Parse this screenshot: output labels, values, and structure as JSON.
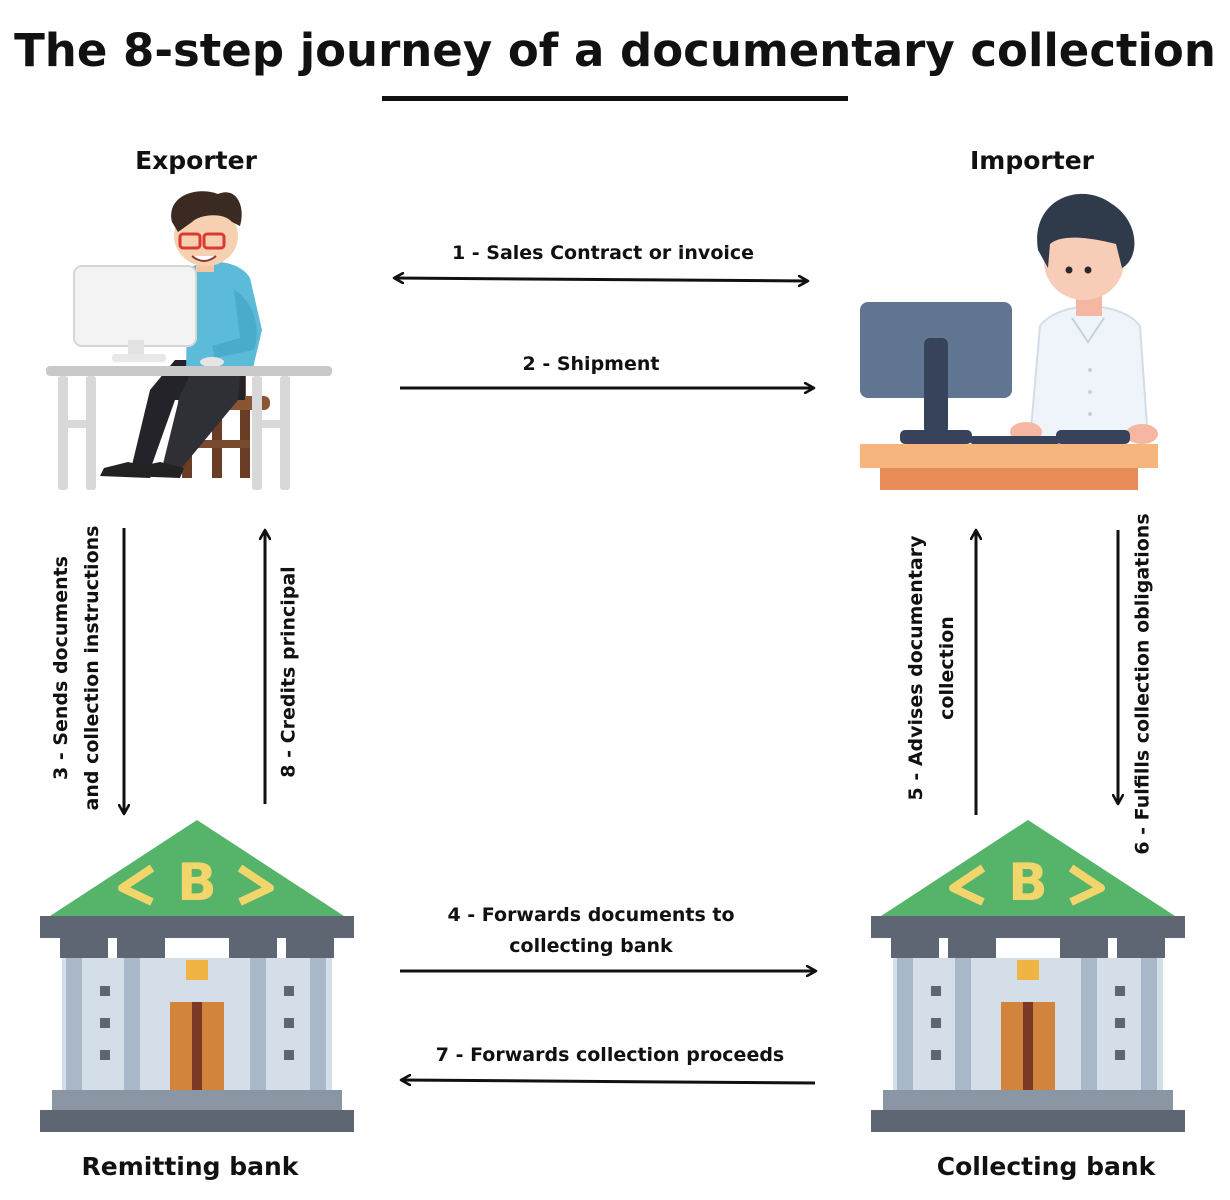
{
  "title": "The 8-step journey of a documentary collection",
  "parties": {
    "exporter": "Exporter",
    "importer": "Importer",
    "remitting_bank": "Remitting bank",
    "collecting_bank": "Collecting bank"
  },
  "bank_logo_letter": "B",
  "steps": {
    "s1": "1 - Sales Contract or invoice",
    "s2": "2 - Shipment",
    "s3_line1": "3 - Sends documents",
    "s3_line2": "and collection instructions",
    "s4_line1": "4 - Forwards documents to",
    "s4_line2": "collecting bank",
    "s5_line1": "5 - Advises documentary",
    "s5_line2": "collection",
    "s6": "6 - Fulfills collection obligations",
    "s7": "7 - Forwards collection proceeds",
    "s8": "8 - Credits principal"
  },
  "colors": {
    "roof": "#56b36a",
    "roof_mark": "#f2d56b",
    "bank_wall": "#d3dee8",
    "bank_column": "#a9b8c8",
    "bank_cornice": "#5d6672",
    "bank_door": "#d2843c",
    "exporter_shirt": "#5bbbd8",
    "importer_shirt": "#eef4fa",
    "desk_top": "#f5b57c",
    "monitor": "#5f7591"
  }
}
